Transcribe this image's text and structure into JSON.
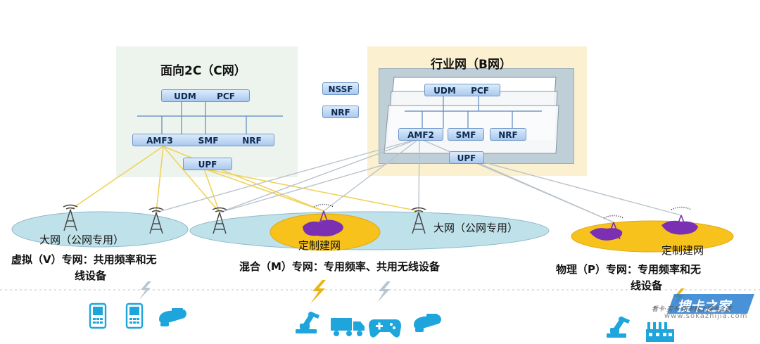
{
  "c_net": {
    "title": "面向2C（C网）",
    "udm": "UDM",
    "pcf": "PCF",
    "amf": "AMF3",
    "smf": "SMF",
    "nrf": "NRF",
    "upf": "UPF"
  },
  "shared": {
    "nssf": "NSSF",
    "nrf": "NRF"
  },
  "b_net": {
    "title": "行业网（B网）",
    "udm": "UDM",
    "pcf": "PCF",
    "amf": "AMF2",
    "smf": "SMF",
    "nrf": "NRF",
    "upf": "UPF"
  },
  "zones": {
    "public_left": "大网（公网专用）",
    "public_right": "大网（公网专用）",
    "custom_mid": "定制建网",
    "custom_right": "定制建网"
  },
  "captions": {
    "virtual_line1": "虚拟（V）专网：共用频率和无",
    "virtual_line2": "线设备",
    "hybrid": "混合（M）专网：专用频率、共用无线设备",
    "physical_line1": "物理（P）专网：专用频率和无",
    "physical_line2": "线设备"
  },
  "watermark": {
    "logo": "搜卡之家",
    "slogan": "看卡·买卡·用卡就上搜卡之家",
    "url": "www.sokazhijia.com"
  },
  "colors": {
    "c_panel": "#edf4ee",
    "b_panel": "#fbf0cf",
    "ellipse_fill": "#bfe1ea",
    "custom_fill": "#f7c21b",
    "custom_blob": "#7b2fb3",
    "yellow_link": "#f1d25a",
    "gray_link": "#b9c3cb",
    "device_blue": "#1ea6dc"
  }
}
